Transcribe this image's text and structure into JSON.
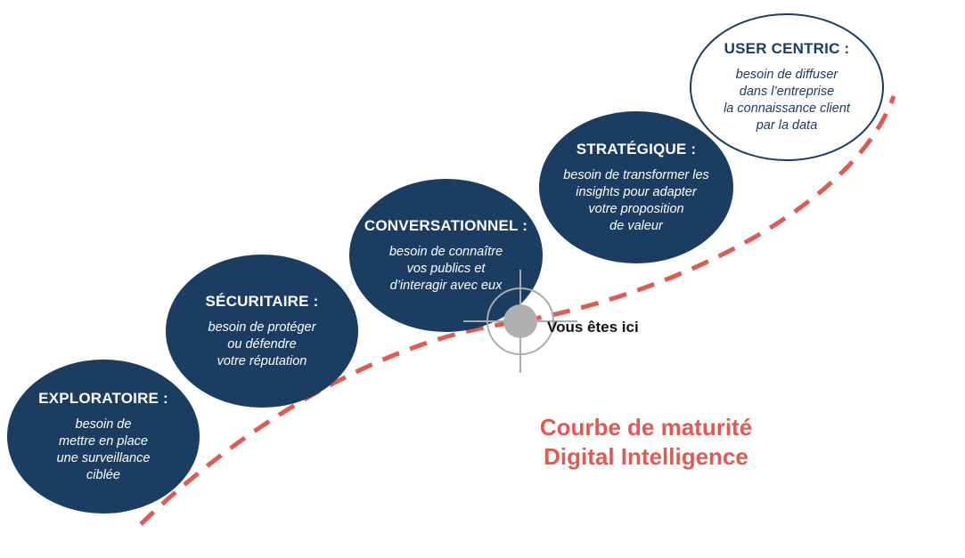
{
  "stages": [
    {
      "title": "EXPLORATOIRE :",
      "description": "besoin de\nmettre en place\nune surveillance\nciblée"
    },
    {
      "title": "SÉCURITAIRE :",
      "description": "besoin de protéger\nou défendre\nvotre réputation"
    },
    {
      "title": "CONVERSATIONNEL :",
      "description": "besoin de connaître\nvos publics et\nd’interagir avec eux"
    },
    {
      "title": "STRATÉGIQUE :",
      "description": "besoin de transformer les\ninsights pour adapter\nvotre proposition\nde valeur"
    },
    {
      "title": "USER CENTRIC :",
      "description": "besoin de diffuser\ndans l’entreprise\nla connaissance client\npar la data"
    }
  ],
  "marker": {
    "label": "Vous êtes ici"
  },
  "caption": {
    "line1": "Courbe de maturité",
    "line2": "Digital Intelligence"
  },
  "colors": {
    "bubble_fill": "#1b3d62",
    "curve": "#e05a52",
    "crosshair": "#aaaaaa",
    "marker_dot": "#b0b0b0"
  }
}
